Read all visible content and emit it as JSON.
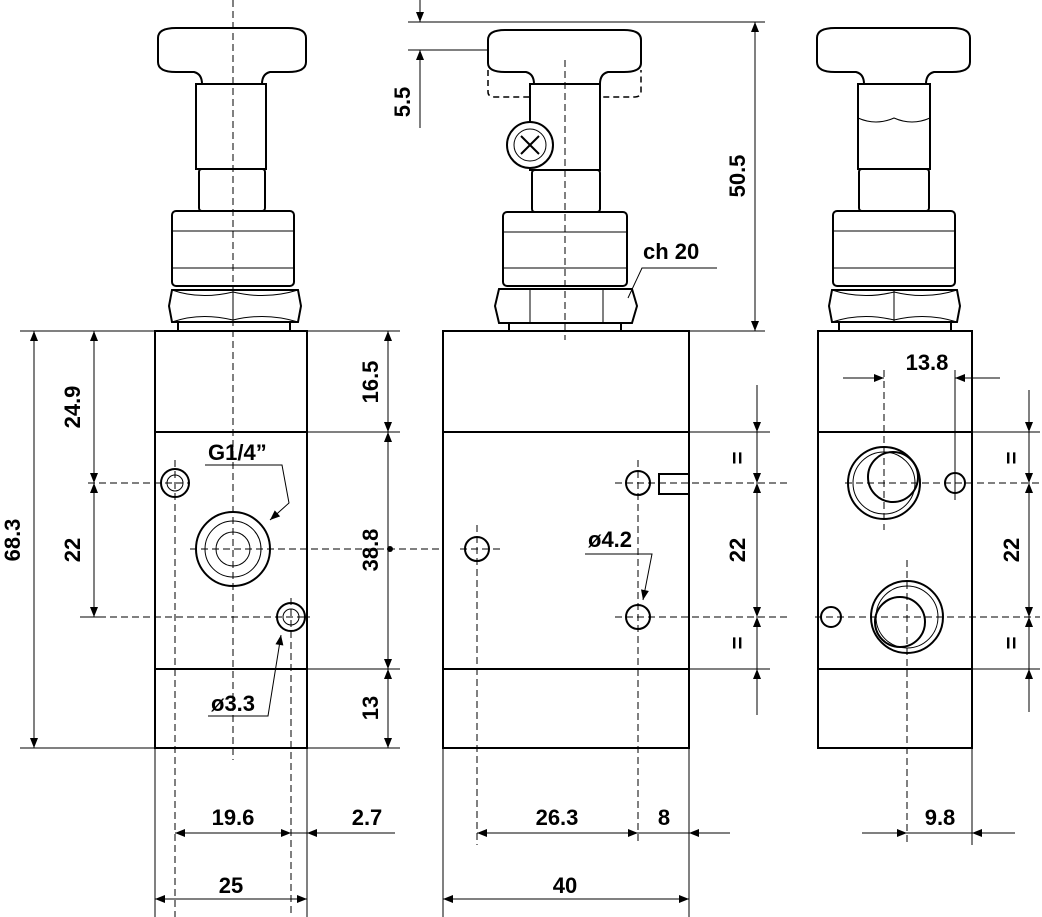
{
  "dimensions": {
    "front_overall_height": "68.3",
    "front_upper": "24.9",
    "front_port_spacing": "22",
    "front_port_label": "G1/4”",
    "front_hole_label": "ø3.3",
    "front_top_offset": "16.5",
    "front_mid_height": "38.8",
    "front_bottom": "13",
    "front_hole_x": "19.6",
    "front_edge_x": "2.7",
    "front_width": "25",
    "side_stroke": "5.5",
    "side_total_height": "50.5",
    "side_hex": "ch 20",
    "side_hole_label": "ø4.2",
    "side_spacing": "22",
    "side_equal_top": "=",
    "side_equal_bottom": "=",
    "side_hole_x": "26.3",
    "side_edge_x": "8",
    "side_width": "40",
    "right_offset_top": "13.8",
    "right_spacing": "22",
    "right_equal_top": "=",
    "right_equal_bottom": "=",
    "right_offset_bottom": "9.8"
  }
}
